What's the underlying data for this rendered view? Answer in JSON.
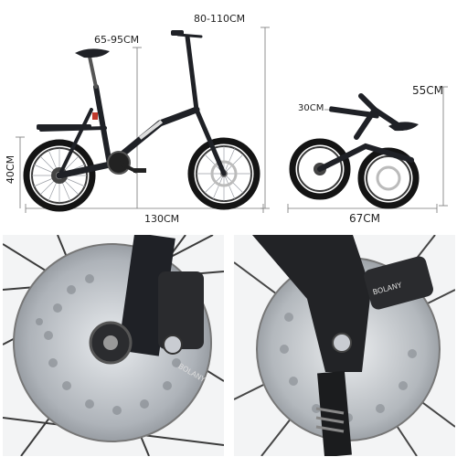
{
  "product": {
    "name": "folding bicycle",
    "colors": {
      "frame": "#1f2126",
      "tire": "#141414",
      "rim": "#2a2a2a",
      "chrome": "#c9ccd2",
      "accent_red": "#c0392b",
      "background": "#ffffff",
      "dim_line": "#666666"
    }
  },
  "dimensions": {
    "unfolded": {
      "seat_height": "65-95CM",
      "handlebar_height": "80-110CM",
      "wheel_height": "40CM",
      "length": "130CM"
    },
    "folded": {
      "width_small": "30CM",
      "height": "55CM",
      "length": "67CM"
    }
  },
  "details": [
    {
      "id": "front-disc-brake",
      "caption": "front disc brake close-up"
    },
    {
      "id": "rear-disc-brake",
      "caption": "rear disc brake close-up"
    }
  ],
  "brake_brand_text": "BOLANY"
}
